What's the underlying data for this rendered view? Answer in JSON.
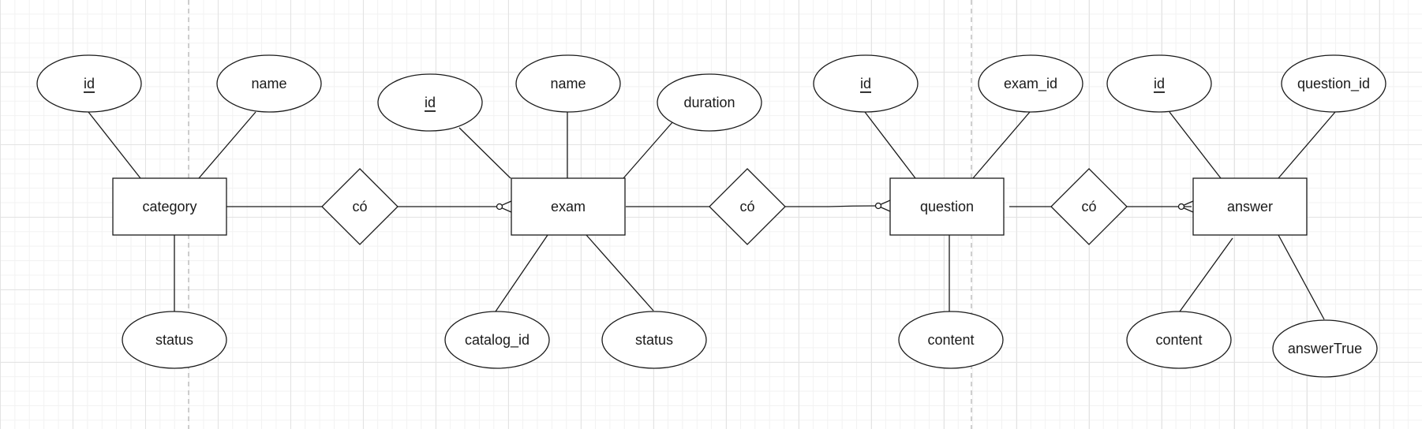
{
  "entities": {
    "category": "category",
    "exam": "exam",
    "question": "question",
    "answer": "answer"
  },
  "relationships": {
    "category_exam": "có",
    "exam_question": "có",
    "question_answer": "có"
  },
  "attributes": {
    "category": {
      "id": "id",
      "name": "name",
      "status": "status"
    },
    "exam": {
      "id": "id",
      "name": "name",
      "duration": "duration",
      "catalog_id": "catalog_id",
      "status": "status"
    },
    "question": {
      "id": "id",
      "exam_id": "exam_id",
      "content": "content"
    },
    "answer": {
      "id": "id",
      "question_id": "question_id",
      "content": "content",
      "answerTrue": "answerTrue"
    }
  }
}
